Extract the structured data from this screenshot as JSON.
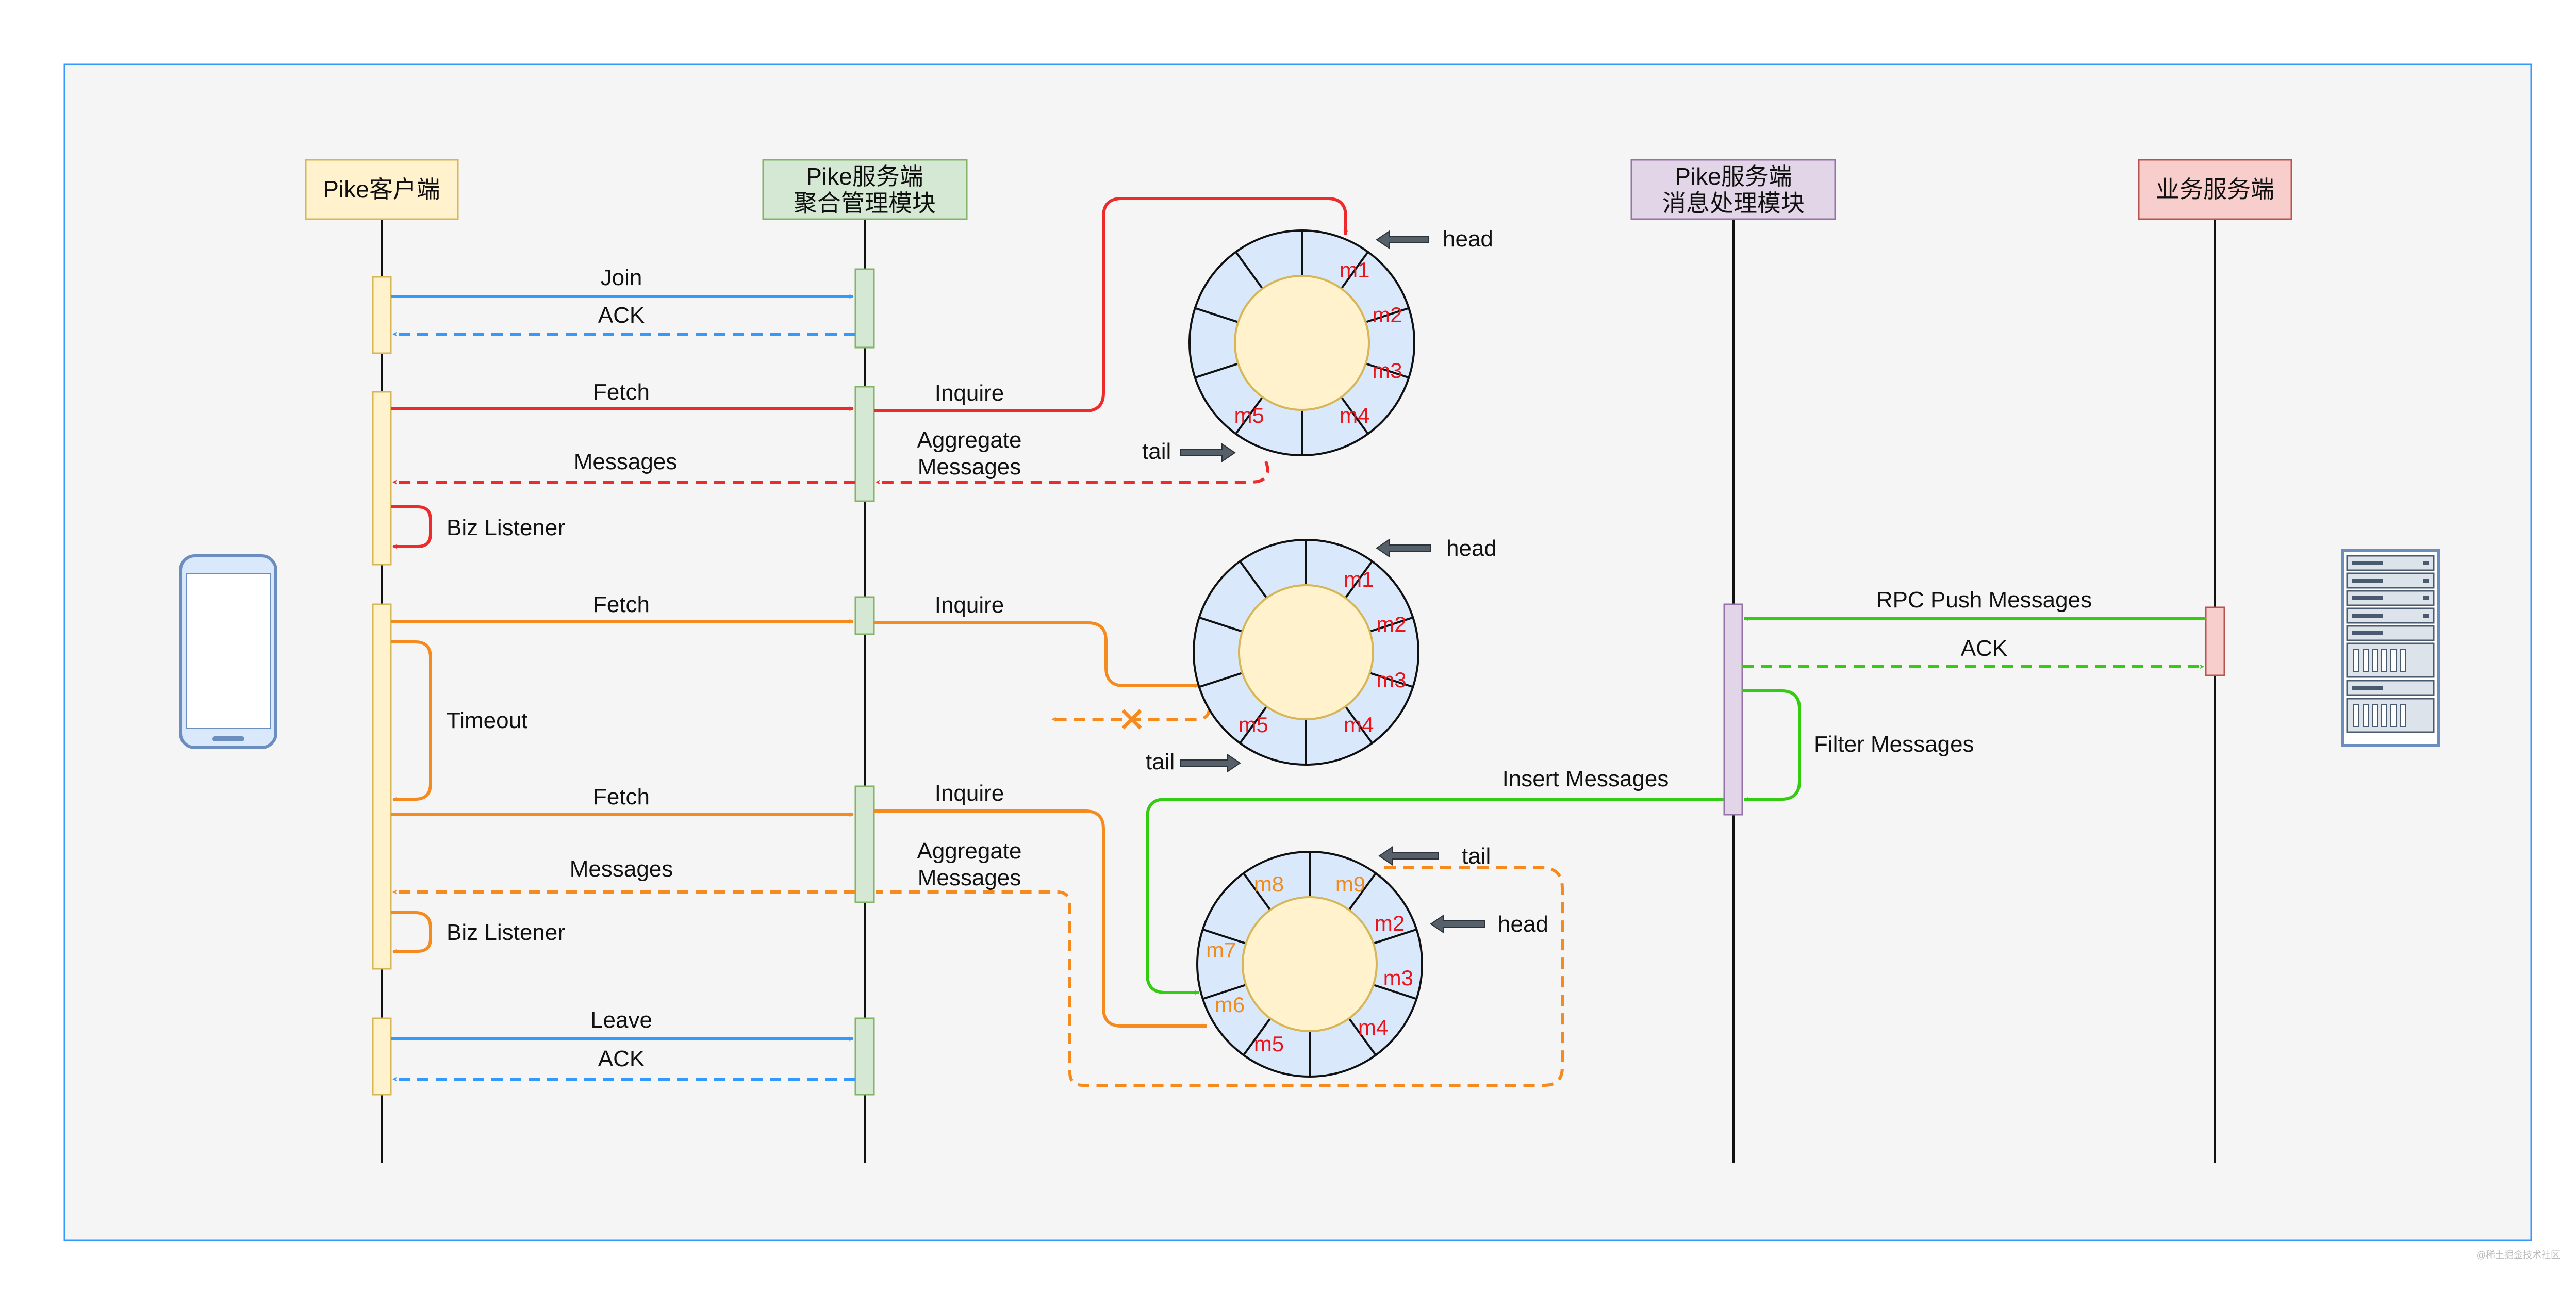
{
  "colors": {
    "blue": "#3399ff",
    "red": "#ee2a2a",
    "orange": "#f58a1f",
    "green": "#33cc11",
    "slot_red": "#e8161a",
    "slot_orange": "#f08a1a",
    "ring_fill": "#dae8fc",
    "hub_fill": "#fff2cc",
    "head_arrow": "#56606a"
  },
  "participants": {
    "client": "Pike客户端",
    "agg_line1": "Pike服务端",
    "agg_line2": "聚合管理模块",
    "msg_line1": "Pike服务端",
    "msg_line2": "消息处理模块",
    "biz": "业务服务端"
  },
  "messages": {
    "join": "Join",
    "ack1": "ACK",
    "fetch1": "Fetch",
    "inquire1": "Inquire",
    "agg1_line1": "Aggregate",
    "agg1_line2": "Messages",
    "messages1": "Messages",
    "biz_listener1": "Biz Listener",
    "fetch2": "Fetch",
    "inquire2": "Inquire",
    "timeout": "Timeout",
    "fetch3": "Fetch",
    "inquire3": "Inquire",
    "agg2_line1": "Aggregate",
    "agg2_line2": "Messages",
    "messages2": "Messages",
    "biz_listener2": "Biz Listener",
    "leave": "Leave",
    "ack2": "ACK",
    "rpc_push": "RPC Push Messages",
    "ack3": "ACK",
    "filter": "Filter Messages",
    "insert": "Insert Messages"
  },
  "rings": {
    "ring1": {
      "slots": [
        "m1",
        "m2",
        "m3",
        "m4",
        "m5"
      ],
      "head": "head",
      "tail": "tail"
    },
    "ring2": {
      "slots": [
        "m1",
        "m2",
        "m3",
        "m4",
        "m5"
      ],
      "head": "head",
      "tail": "tail"
    },
    "ring3": {
      "slots": [
        "m9",
        "m2",
        "m3",
        "m4",
        "m5",
        "m6",
        "m7",
        "m8"
      ],
      "head": "head",
      "tail": "tail"
    }
  },
  "icons": {
    "phone": "phone-icon",
    "server": "server-rack-icon",
    "cross": "cross-icon"
  },
  "watermark": "@稀土掘金技术社区"
}
